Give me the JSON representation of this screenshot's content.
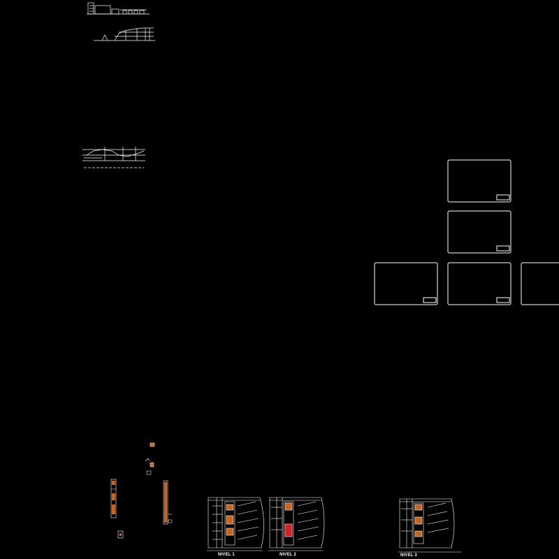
{
  "drawing": {
    "background": "#000000",
    "line_color": "#ffffff",
    "accent_orange": "#c8641e",
    "accent_red": "#d42020"
  },
  "floor_plans": [
    {
      "label": "NIVEL 1"
    },
    {
      "label": "NIVEL 2"
    },
    {
      "label": "NIVEL 3"
    }
  ],
  "sheet_frames": {
    "count": 5
  }
}
